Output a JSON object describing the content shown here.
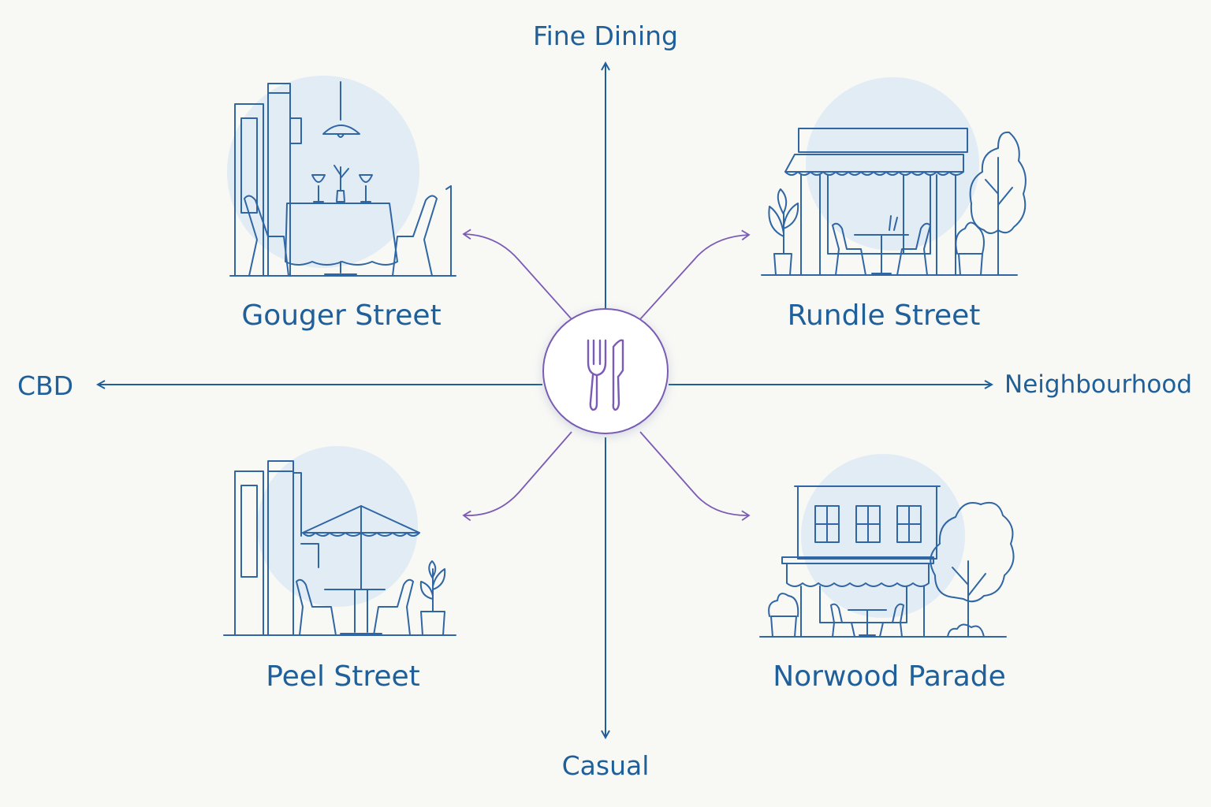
{
  "axes": {
    "top": "Fine Dining",
    "bottom": "Casual",
    "left": "CBD",
    "right": "Neighbourhood"
  },
  "quadrants": {
    "top_left": "Gouger Street",
    "top_right": "Rundle Street",
    "bottom_left": "Peel Street",
    "bottom_right": "Norwood Parade"
  },
  "center_icon": "fork-knife-icon",
  "colors": {
    "axis": "#1f5f9a",
    "connector": "#7a5bb5",
    "illustration": "#2f66a3",
    "wash": "#dbe8f4",
    "background": "#f8f8f5"
  }
}
